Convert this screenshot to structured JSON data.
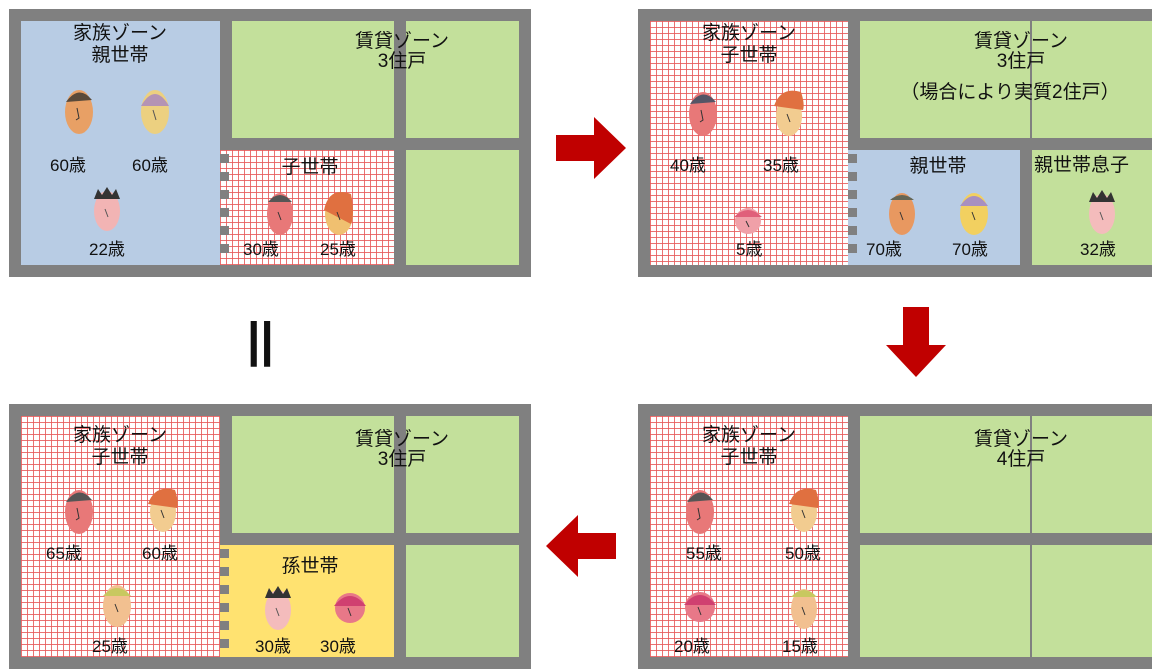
{
  "panels": {
    "top_left": {
      "family_zone": "家族ゾーン",
      "family_sub": "親世帯",
      "rental_zone": "賃貸ゾーン",
      "rental_units": "3住戸",
      "sub_household": "子世帯",
      "ages": [
        "60歳",
        "60歳",
        "22歳",
        "30歳",
        "25歳"
      ]
    },
    "top_right": {
      "family_zone": "家族ゾーン",
      "family_sub": "子世帯",
      "rental_zone": "賃貸ゾーン",
      "rental_units": "3住戸",
      "rental_note": "（場合により実質2住戸）",
      "sub_household": "親世帯",
      "son_household": "親世帯息子",
      "ages": [
        "40歳",
        "35歳",
        "5歳",
        "70歳",
        "70歳",
        "32歳"
      ]
    },
    "bottom_right": {
      "family_zone": "家族ゾーン",
      "family_sub": "子世帯",
      "rental_zone": "賃貸ゾーン",
      "rental_units": "4住戸",
      "ages": [
        "55歳",
        "50歳",
        "20歳",
        "15歳"
      ]
    },
    "bottom_left": {
      "family_zone": "家族ゾーン",
      "family_sub": "子世帯",
      "rental_zone": "賃貸ゾーン",
      "rental_units": "3住戸",
      "sub_household": "孫世帯",
      "ages": [
        "65歳",
        "60歳",
        "25歳",
        "30歳",
        "30歳"
      ]
    }
  },
  "equals_symbol": "||",
  "colors": {
    "frame": "#808080",
    "family_blue": "#b8cce4",
    "rental_green": "#c3e09b",
    "grand_yellow": "#ffe270",
    "arrow_red": "#c00000"
  }
}
